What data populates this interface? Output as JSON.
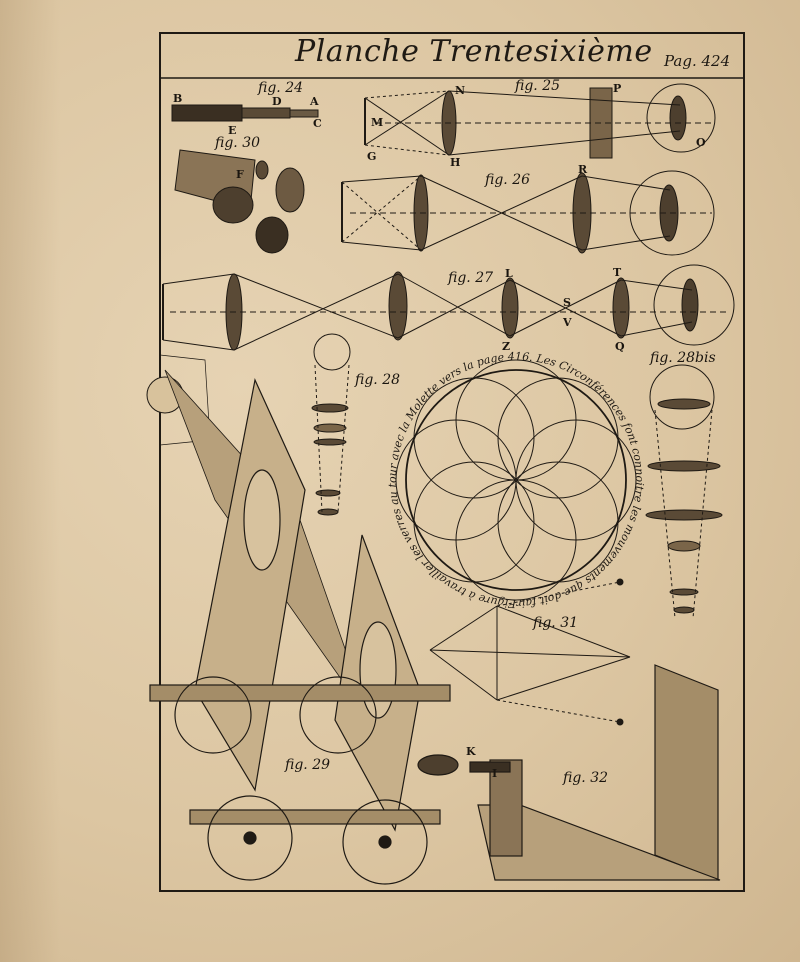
{
  "plate": {
    "title": "Planche Trentesixième",
    "page_ref": "Pag. 424"
  },
  "figures": {
    "fig24": "fig. 24",
    "fig25": "fig. 25",
    "fig26": "fig. 26",
    "fig27": "fig. 27",
    "fig28": "fig. 28",
    "fig28bis": "fig. 28bis",
    "fig29": "fig. 29",
    "fig30": "fig. 30",
    "fig31": "fig. 31",
    "fig32": "fig. 32"
  },
  "circle_inscription": "Figure à travailler les verres au tour avec la Molette vers la page 416. Les Circonférences font connoitre les mouvements que doit faire ce verre sous",
  "letters": {
    "B": "B",
    "D": "D",
    "A": "A",
    "E": "E",
    "C": "C",
    "F": "F",
    "G": "G",
    "H": "H",
    "M": "M",
    "N": "N",
    "P": "P",
    "O": "O",
    "R": "R",
    "L": "L",
    "S": "S",
    "T": "T",
    "V": "V",
    "Q": "Q",
    "Z": "Z",
    "K": "K",
    "I": "I"
  },
  "colors": {
    "ink": "#1f1a14",
    "paper": "#dcc6a2"
  }
}
